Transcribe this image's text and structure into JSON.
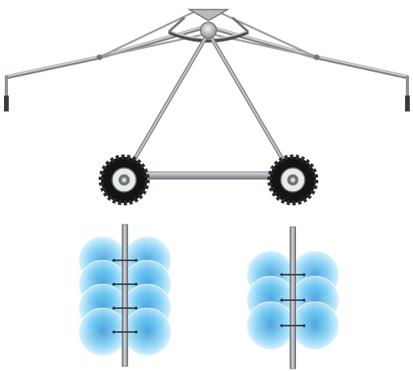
{
  "illustration": {
    "tower": {
      "description_icon": "center-pivot-tower-icon",
      "colors": {
        "steel": "#a9adb0",
        "steel_dark": "#6f7478",
        "steel_light": "#d6d9db",
        "tire": "#141414",
        "hub": "#cfd2d4"
      }
    },
    "spray_patterns": {
      "icon": "sprinkler-spray-pattern-icon",
      "colors": {
        "spray_light": "#bfe6fb",
        "spray_mid": "#5cc0f0",
        "spray_dark": "#2a8fd4",
        "drop_pipe": "#7d8286"
      },
      "panels": [
        {
          "name": "spray-panel-left",
          "rows": 4
        },
        {
          "name": "spray-panel-right",
          "rows": 4
        }
      ]
    }
  }
}
